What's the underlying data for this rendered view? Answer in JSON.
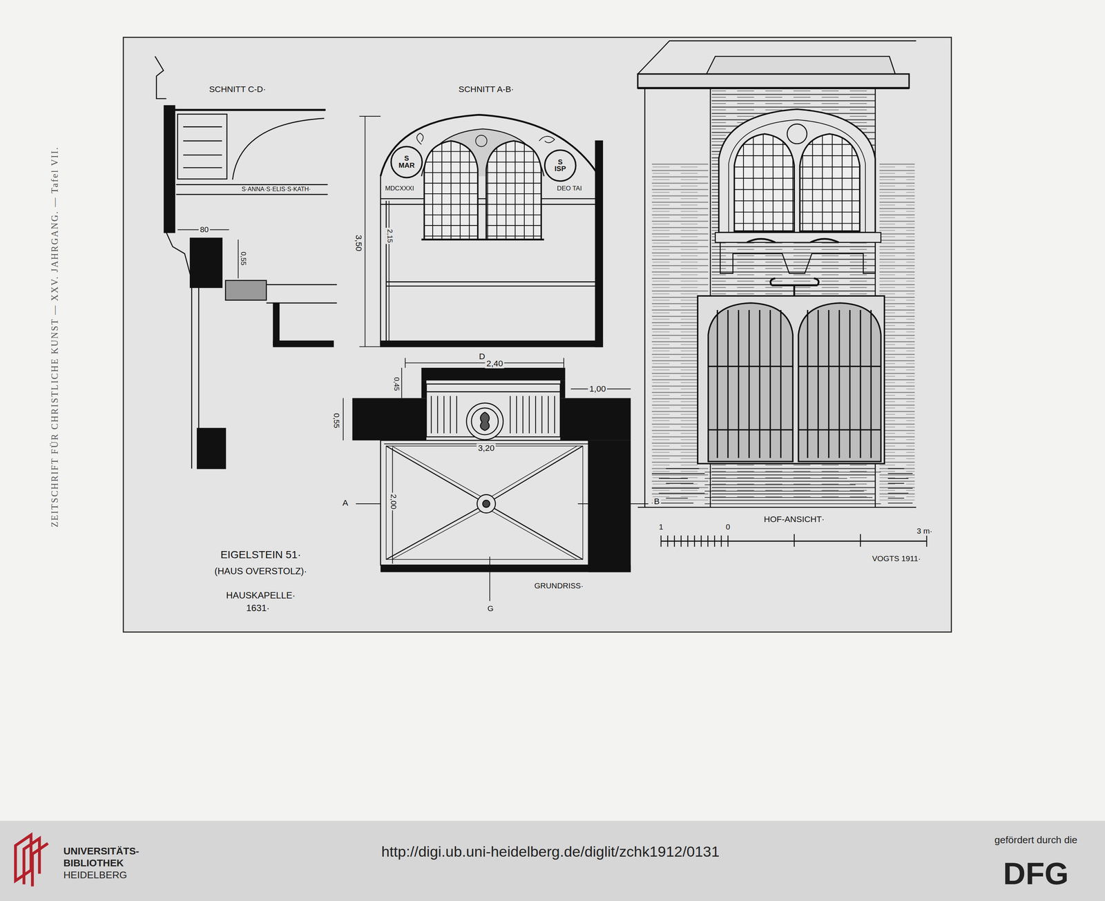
{
  "diagram": {
    "labels": [
      "ZEITSCHRIFT FÜR CHRISTLICHE KUNST — XXV. JAHRGANG. — Tafel VII.",
      "SCHNITT C-D·",
      "SCHNITT A-B·",
      "S·ANNA·S·ELIS·S·KATH·",
      "80",
      "0,55",
      "S MAR",
      "S ISP",
      "MDCXXXI",
      "DEO TAI",
      "3,50",
      "2,15",
      "D",
      "2,40",
      "0,45",
      "0,55",
      "1,00",
      "3,20",
      "2,00",
      "A",
      "B",
      "G",
      "GRUNDRISS·",
      "HOF-ANSICHT·",
      "1",
      "0",
      "3 m·",
      "VOGTS 1911·",
      "EIGELSTEIN 51·",
      "(HAUS OVERSTOLZ)·",
      "HAUSKAPELLE·",
      "1631·",
      "UNIVERSITÄTS-",
      "BIBLIOTHEK",
      "HEIDELBERG",
      "http://digi.ub.uni-heidelberg.de/diglit/zchk1912/0131",
      "gefördert durch die",
      "DFG"
    ]
  }
}
